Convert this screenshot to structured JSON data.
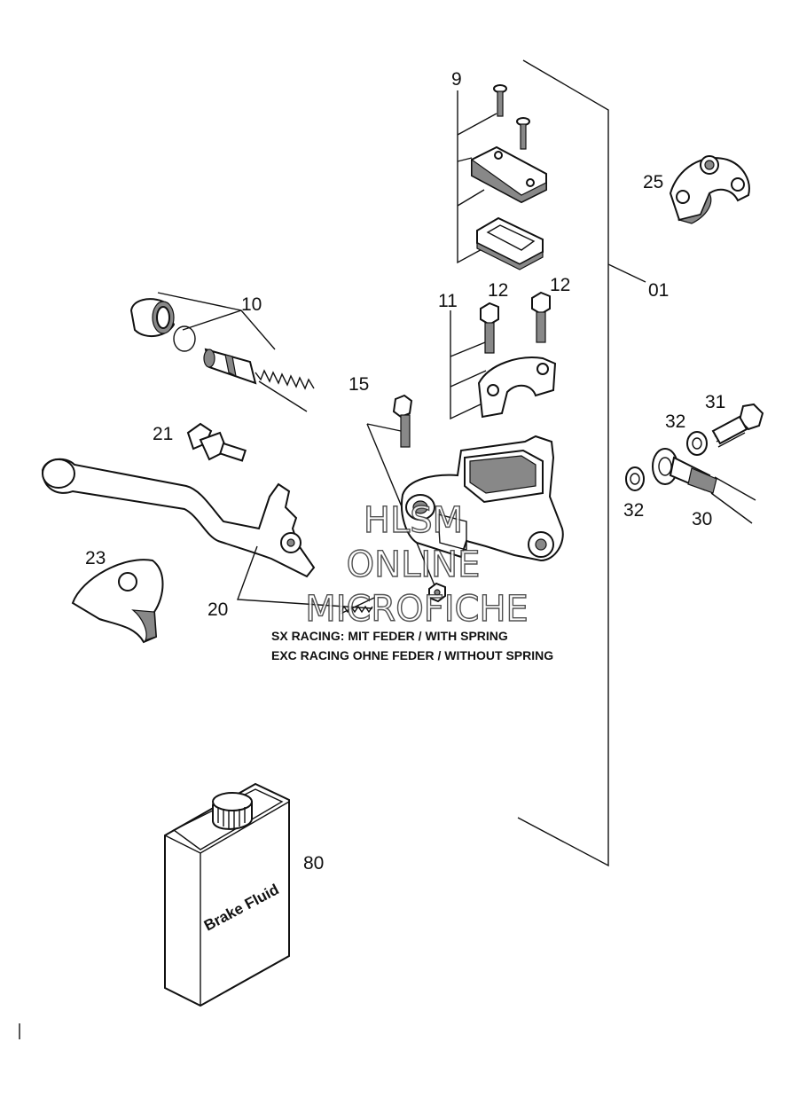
{
  "callouts": {
    "c9": "9",
    "c25": "25",
    "c10": "10",
    "c11": "11",
    "c12a": "12",
    "c12b": "12",
    "c01": "01",
    "c15": "15",
    "c21": "21",
    "c31": "31",
    "c32a": "32",
    "c32b": "32",
    "c30": "30",
    "c23": "23",
    "c20": "20",
    "c80": "80"
  },
  "notes": {
    "line1": "SX RACING: MIT FEDER / WITH SPRING",
    "line2": "EXC RACING  OHNE FEDER / WITHOUT SPRING"
  },
  "watermark": {
    "line1": "HLSM",
    "line2": "ONLINE",
    "line3": "MICROFICHE"
  },
  "bottle_label": "Brake Fluid"
}
